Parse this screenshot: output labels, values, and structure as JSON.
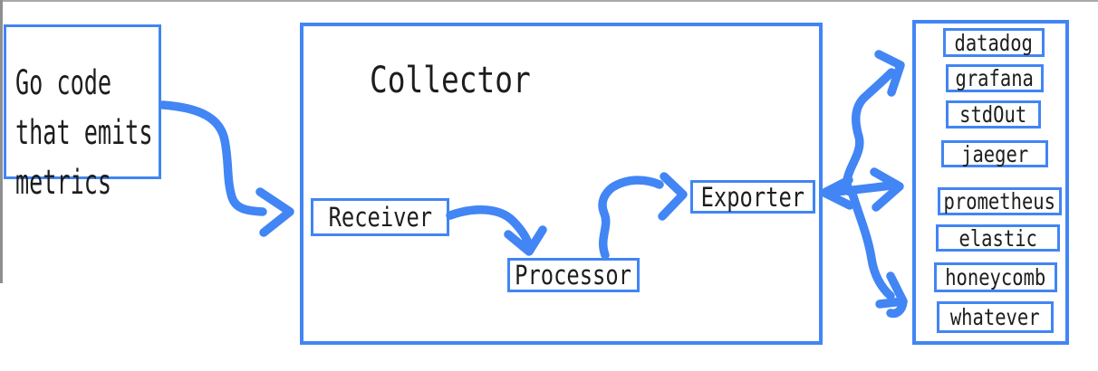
{
  "colors": {
    "accent": "#4285f4",
    "ink": "#1d1d1d",
    "edge_top": "#a9a9a9",
    "edge_left": "#8f8f8f"
  },
  "source_box": {
    "lines": [
      "Go code",
      "that emits",
      "metrics"
    ]
  },
  "collector": {
    "title": "Collector",
    "stages": {
      "receiver": "Receiver",
      "processor": "Processor",
      "exporter": "Exporter"
    }
  },
  "destinations": [
    "datadog",
    "grafana",
    "stdOut",
    "jaeger",
    "prometheus",
    "elastic",
    "honeycomb",
    "whatever"
  ]
}
